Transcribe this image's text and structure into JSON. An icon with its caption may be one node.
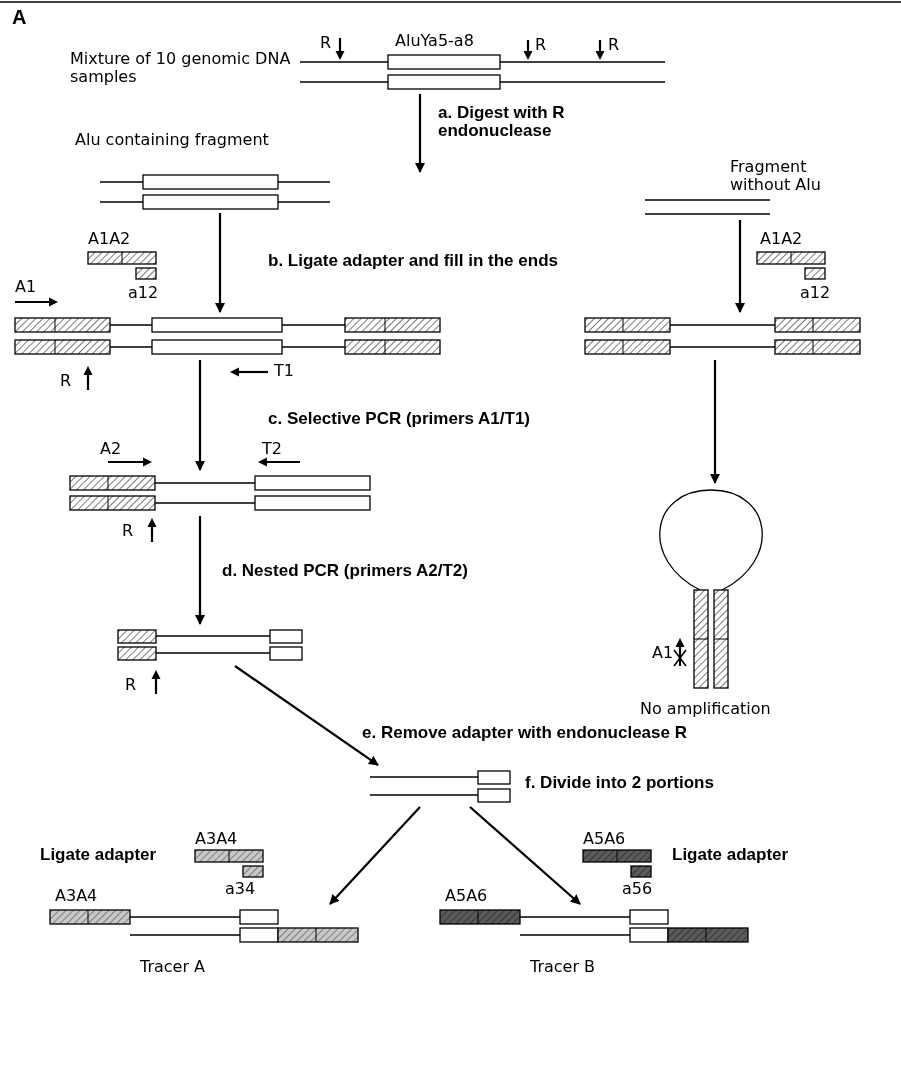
{
  "diagram": {
    "nodes": [
      {
        "text": [
          "AluYa5-a8"
        ],
        "beside": [
          "Mixture of 10 genomic DNA samples"
        ]
      },
      {
        "text": [
          "Alu containing fragment"
        ]
      },
      {
        "text": [
          "Fragment without Alu"
        ]
      },
      {
        "text": [],
        "shape": "picture"
      },
      {
        "text": [],
        "shape": "picture"
      },
      {
        "text": [],
        "shape": "picture"
      },
      {
        "text": [
          "No amplification"
        ]
      },
      {
        "text": [],
        "shape": "picture"
      },
      {
        "text": [],
        "shape": "picture",
        "beside": [
          "f. Divide into 2 portions"
        ]
      },
      {
        "text": [
          "Tracer A"
        ],
        "beside": [
          "A3A4"
        ]
      },
      {
        "text": [
          "Tracer B"
        ],
        "beside": [
          "A5A6"
        ]
      }
    ],
    "edges": [
      {
        "from": 0,
        "to": null,
        "arrow": "to",
        "label": "a. Digest with R endonuclease"
      },
      {
        "from": 1,
        "to": 3,
        "arrow": "to",
        "label": "b. Ligate adapter and fill in the ends"
      },
      {
        "from": 2,
        "to": 4,
        "arrow": "to"
      },
      {
        "from": 3,
        "to": 5,
        "arrow": "to",
        "label": "c. Selective PCR (primers A1/T1)"
      },
      {
        "from": 4,
        "to": 6,
        "arrow": "to"
      },
      {
        "from": 5,
        "to": 7,
        "arrow": "to",
        "label": "d. Nested PCR (primers A2/T2)"
      },
      {
        "from": 7,
        "to": 8,
        "arrow": "to",
        "label": "e. Remove adapter with endonuclease R"
      },
      {
        "from": 8,
        "to": 9,
        "arrow": "to"
      },
      {
        "from": 8,
        "to": 10,
        "arrow": "to"
      }
    ],
    "labels": [
      "A",
      "R",
      "R",
      "R",
      "A1A2",
      "a12",
      "A1A2",
      "a12",
      "A1",
      "R",
      "T1",
      "A2",
      "T2",
      "R",
      "A1",
      "R",
      "Ligate adapter",
      "A3A4",
      "A5A6",
      "Ligate adapter",
      "a34",
      "a56"
    ]
  }
}
